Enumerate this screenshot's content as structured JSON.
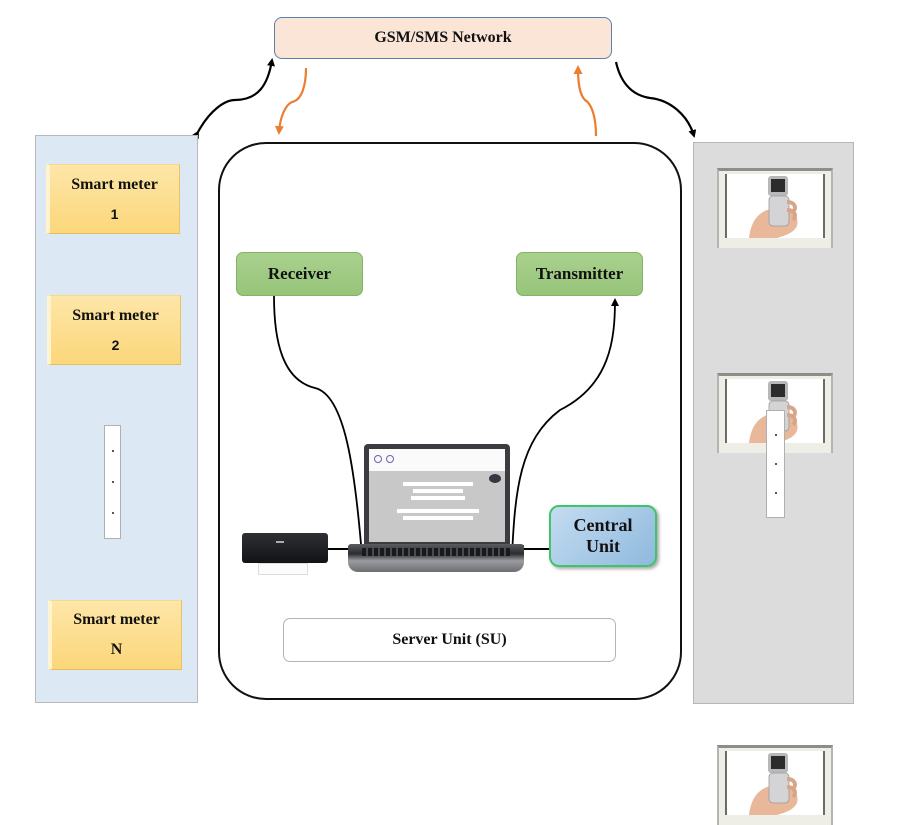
{
  "network": {
    "label": "GSM/SMS Network"
  },
  "left_panel": {
    "meters": [
      {
        "label": "Smart meter",
        "index": "1"
      },
      {
        "label": "Smart meter",
        "index": "2"
      },
      {
        "label": "Smart meter",
        "index": "N"
      }
    ],
    "ellipsis_dots": 3
  },
  "right_panel": {
    "phones": [
      {
        "icon": "mobile-phone-in-hand"
      },
      {
        "icon": "mobile-phone-in-hand"
      },
      {
        "icon": "mobile-phone-in-hand"
      }
    ],
    "ellipsis_dots": 3
  },
  "server_unit": {
    "label": "Server Unit (SU)",
    "receiver": "Receiver",
    "transmitter": "Transmitter",
    "central_unit": {
      "line1": "Central",
      "line2": "Unit"
    },
    "devices": {
      "computer": "laptop-icon",
      "printer": "printer-icon"
    }
  },
  "colors": {
    "network_fill": "#fbe5d6",
    "network_border": "#5b7fb1",
    "left_panel_fill": "#dde8f5",
    "right_panel_fill": "#dcdcdc",
    "meter_fill": "#fcd77a",
    "green_box_fill": "#a9d18e",
    "central_fill": "#9dc3e6",
    "central_border": "#3ec46a",
    "sms_arrow": "#ed7d31",
    "link_arrow": "#000000"
  }
}
